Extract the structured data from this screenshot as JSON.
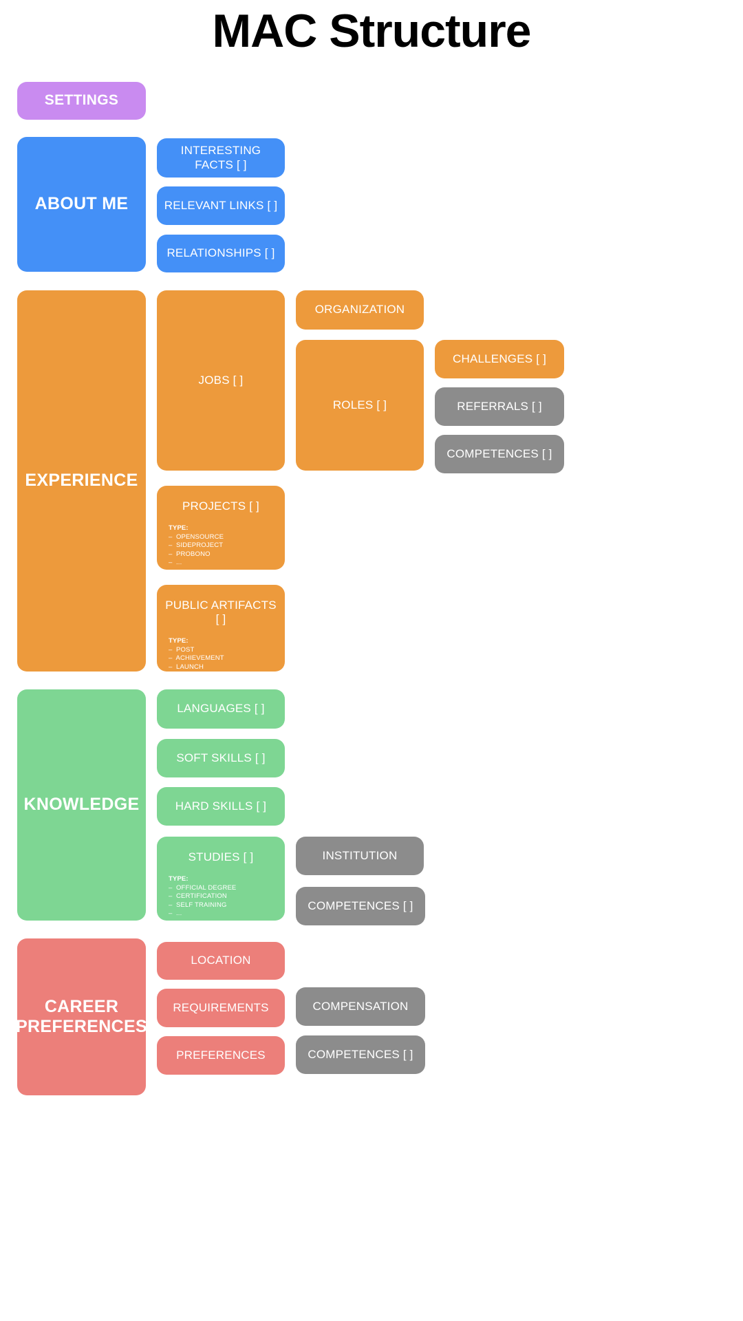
{
  "title": "MAC Structure",
  "colors": {
    "settings": "#c98bf0",
    "about_me": "#4490f7",
    "experience": "#ed9a3c",
    "knowledge": "#7ed693",
    "career_preferences": "#ec7f7a",
    "external": "#8c8c8c",
    "background": "#ffffff",
    "title_text": "#000000",
    "node_text": "#ffffff"
  },
  "settings": {
    "label": "SETTINGS"
  },
  "about_me": {
    "label": "ABOUT ME",
    "children": [
      {
        "label": "INTERESTING FACTS [ ]"
      },
      {
        "label": "RELEVANT LINKS [ ]"
      },
      {
        "label": "RELATIONSHIPS [ ]"
      }
    ]
  },
  "experience": {
    "label": "EXPERIENCE",
    "jobs": {
      "label": "JOBS [ ]"
    },
    "organization": {
      "label": "ORGANIZATION"
    },
    "roles": {
      "label": "ROLES [ ]"
    },
    "challenges": {
      "label": "CHALLENGES [ ]"
    },
    "referrals": {
      "label": "REFERRALS [ ]"
    },
    "competences": {
      "label": "COMPETENCES [ ]"
    },
    "projects": {
      "label": "PROJECTS [ ]",
      "type_heading": "TYPE:",
      "types": [
        "–  OPENSOURCE",
        "–  SIDEPROJECT",
        "–  PROBONO",
        "–  ..."
      ]
    },
    "public_artifacts": {
      "label": "PUBLIC ARTIFACTS [ ]",
      "type_heading": "TYPE:",
      "types": [
        "–  POST",
        "–  ACHIEVEMENT",
        "–  LAUNCH",
        "–  ..."
      ]
    }
  },
  "knowledge": {
    "label": "KNOWLEDGE",
    "languages": {
      "label": "LANGUAGES [ ]"
    },
    "soft_skills": {
      "label": "SOFT SKILLS [ ]"
    },
    "hard_skills": {
      "label": "HARD SKILLS [ ]"
    },
    "studies": {
      "label": "STUDIES [ ]",
      "type_heading": "TYPE:",
      "types": [
        "–  OFFICIAL DEGREE",
        "–  CERTIFICATION",
        "–  SELF TRAINING",
        "–  ..."
      ]
    },
    "institution": {
      "label": "INSTITUTION"
    },
    "competences": {
      "label": "COMPETENCES [ ]"
    }
  },
  "career_preferences": {
    "label": "CAREER\nPREFERENCES",
    "location": {
      "label": "LOCATION"
    },
    "requirements": {
      "label": "REQUIREMENTS"
    },
    "preferences": {
      "label": "PREFERENCES"
    },
    "compensation": {
      "label": "COMPENSATION"
    },
    "competences": {
      "label": "COMPETENCES [ ]"
    }
  }
}
